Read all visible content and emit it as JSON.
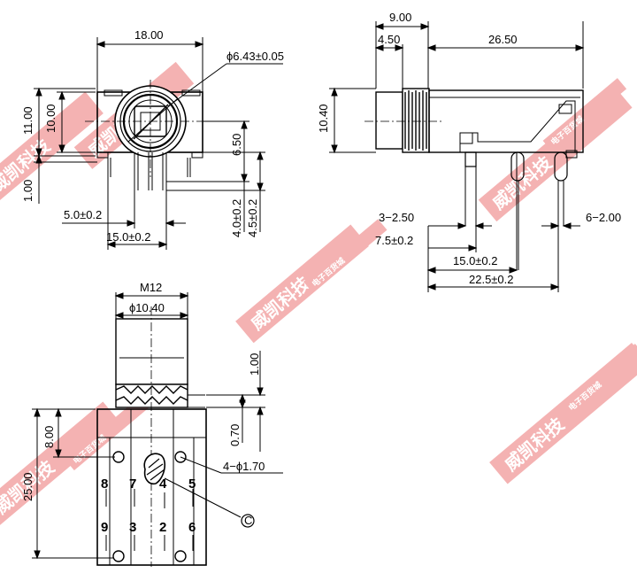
{
  "top_left": {
    "width": "18.00",
    "diameter": "ϕ6.43±0.05",
    "height_outer": "11.00",
    "height_inner": "10.00",
    "pin_offset": "6.50",
    "pin_len": "1.00",
    "pitch_a": "5.0±0.2",
    "pitch_b": "15.0±0.2",
    "lead_a": "4.0±0.2",
    "lead_b": "4.5±0.2"
  },
  "top_right": {
    "overall": "9.00",
    "front": "4.50",
    "body": "26.50",
    "height": "10.40",
    "pin_a": "3−2.50",
    "pin_b": "6−2.00",
    "span_a": "7.5±0.2",
    "span_b": "15.0±0.2",
    "span_c": "22.5±0.2"
  },
  "bottom": {
    "thread": "M12",
    "diameter": "ϕ10.40",
    "flange": "1.00",
    "gap": "0.70",
    "depth": "8.00",
    "length": "25.00",
    "holes": "4−ϕ1.70",
    "circle_label": "C"
  },
  "pins": [
    "8",
    "7",
    "4",
    "5",
    "9",
    "3",
    "2",
    "6"
  ],
  "watermark": {
    "text": "威凯科技",
    "subtext": "电子百货城",
    "color": "#f2a5a5"
  }
}
